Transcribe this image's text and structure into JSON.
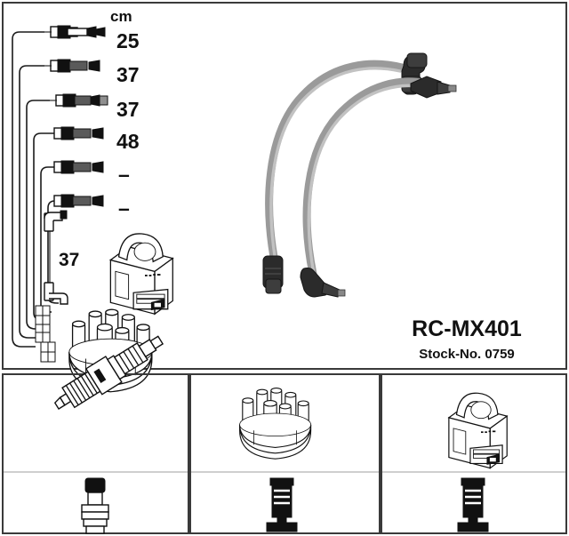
{
  "product": {
    "part_number": "RC-MX401",
    "stock_label": "Stock-No. 0759"
  },
  "lengths_table": {
    "unit_header": "cm",
    "rows": [
      {
        "index": 1,
        "length": "25"
      },
      {
        "index": 2,
        "length": "37"
      },
      {
        "index": 3,
        "length": "37"
      },
      {
        "index": 4,
        "length": "48"
      },
      {
        "index": 5,
        "length": "–"
      },
      {
        "index": 6,
        "length": "–"
      }
    ],
    "coil_lead_length": "37"
  },
  "legend": {
    "panels": [
      {
        "id": "spark-plug",
        "top_item": "spark-plug",
        "bottom_item": "spark-plug-boot-terminal"
      },
      {
        "id": "distributor-cap",
        "top_item": "distributor-cap",
        "bottom_item": "distributor-terminal"
      },
      {
        "id": "ignition-coil",
        "top_item": "ignition-coil",
        "bottom_item": "coil-terminal"
      }
    ]
  },
  "colors": {
    "outline": "#111111",
    "frame": "#3a3a3a",
    "cable": "#9a9a9a",
    "boot": "#2b2b2b",
    "background": "#ffffff"
  }
}
